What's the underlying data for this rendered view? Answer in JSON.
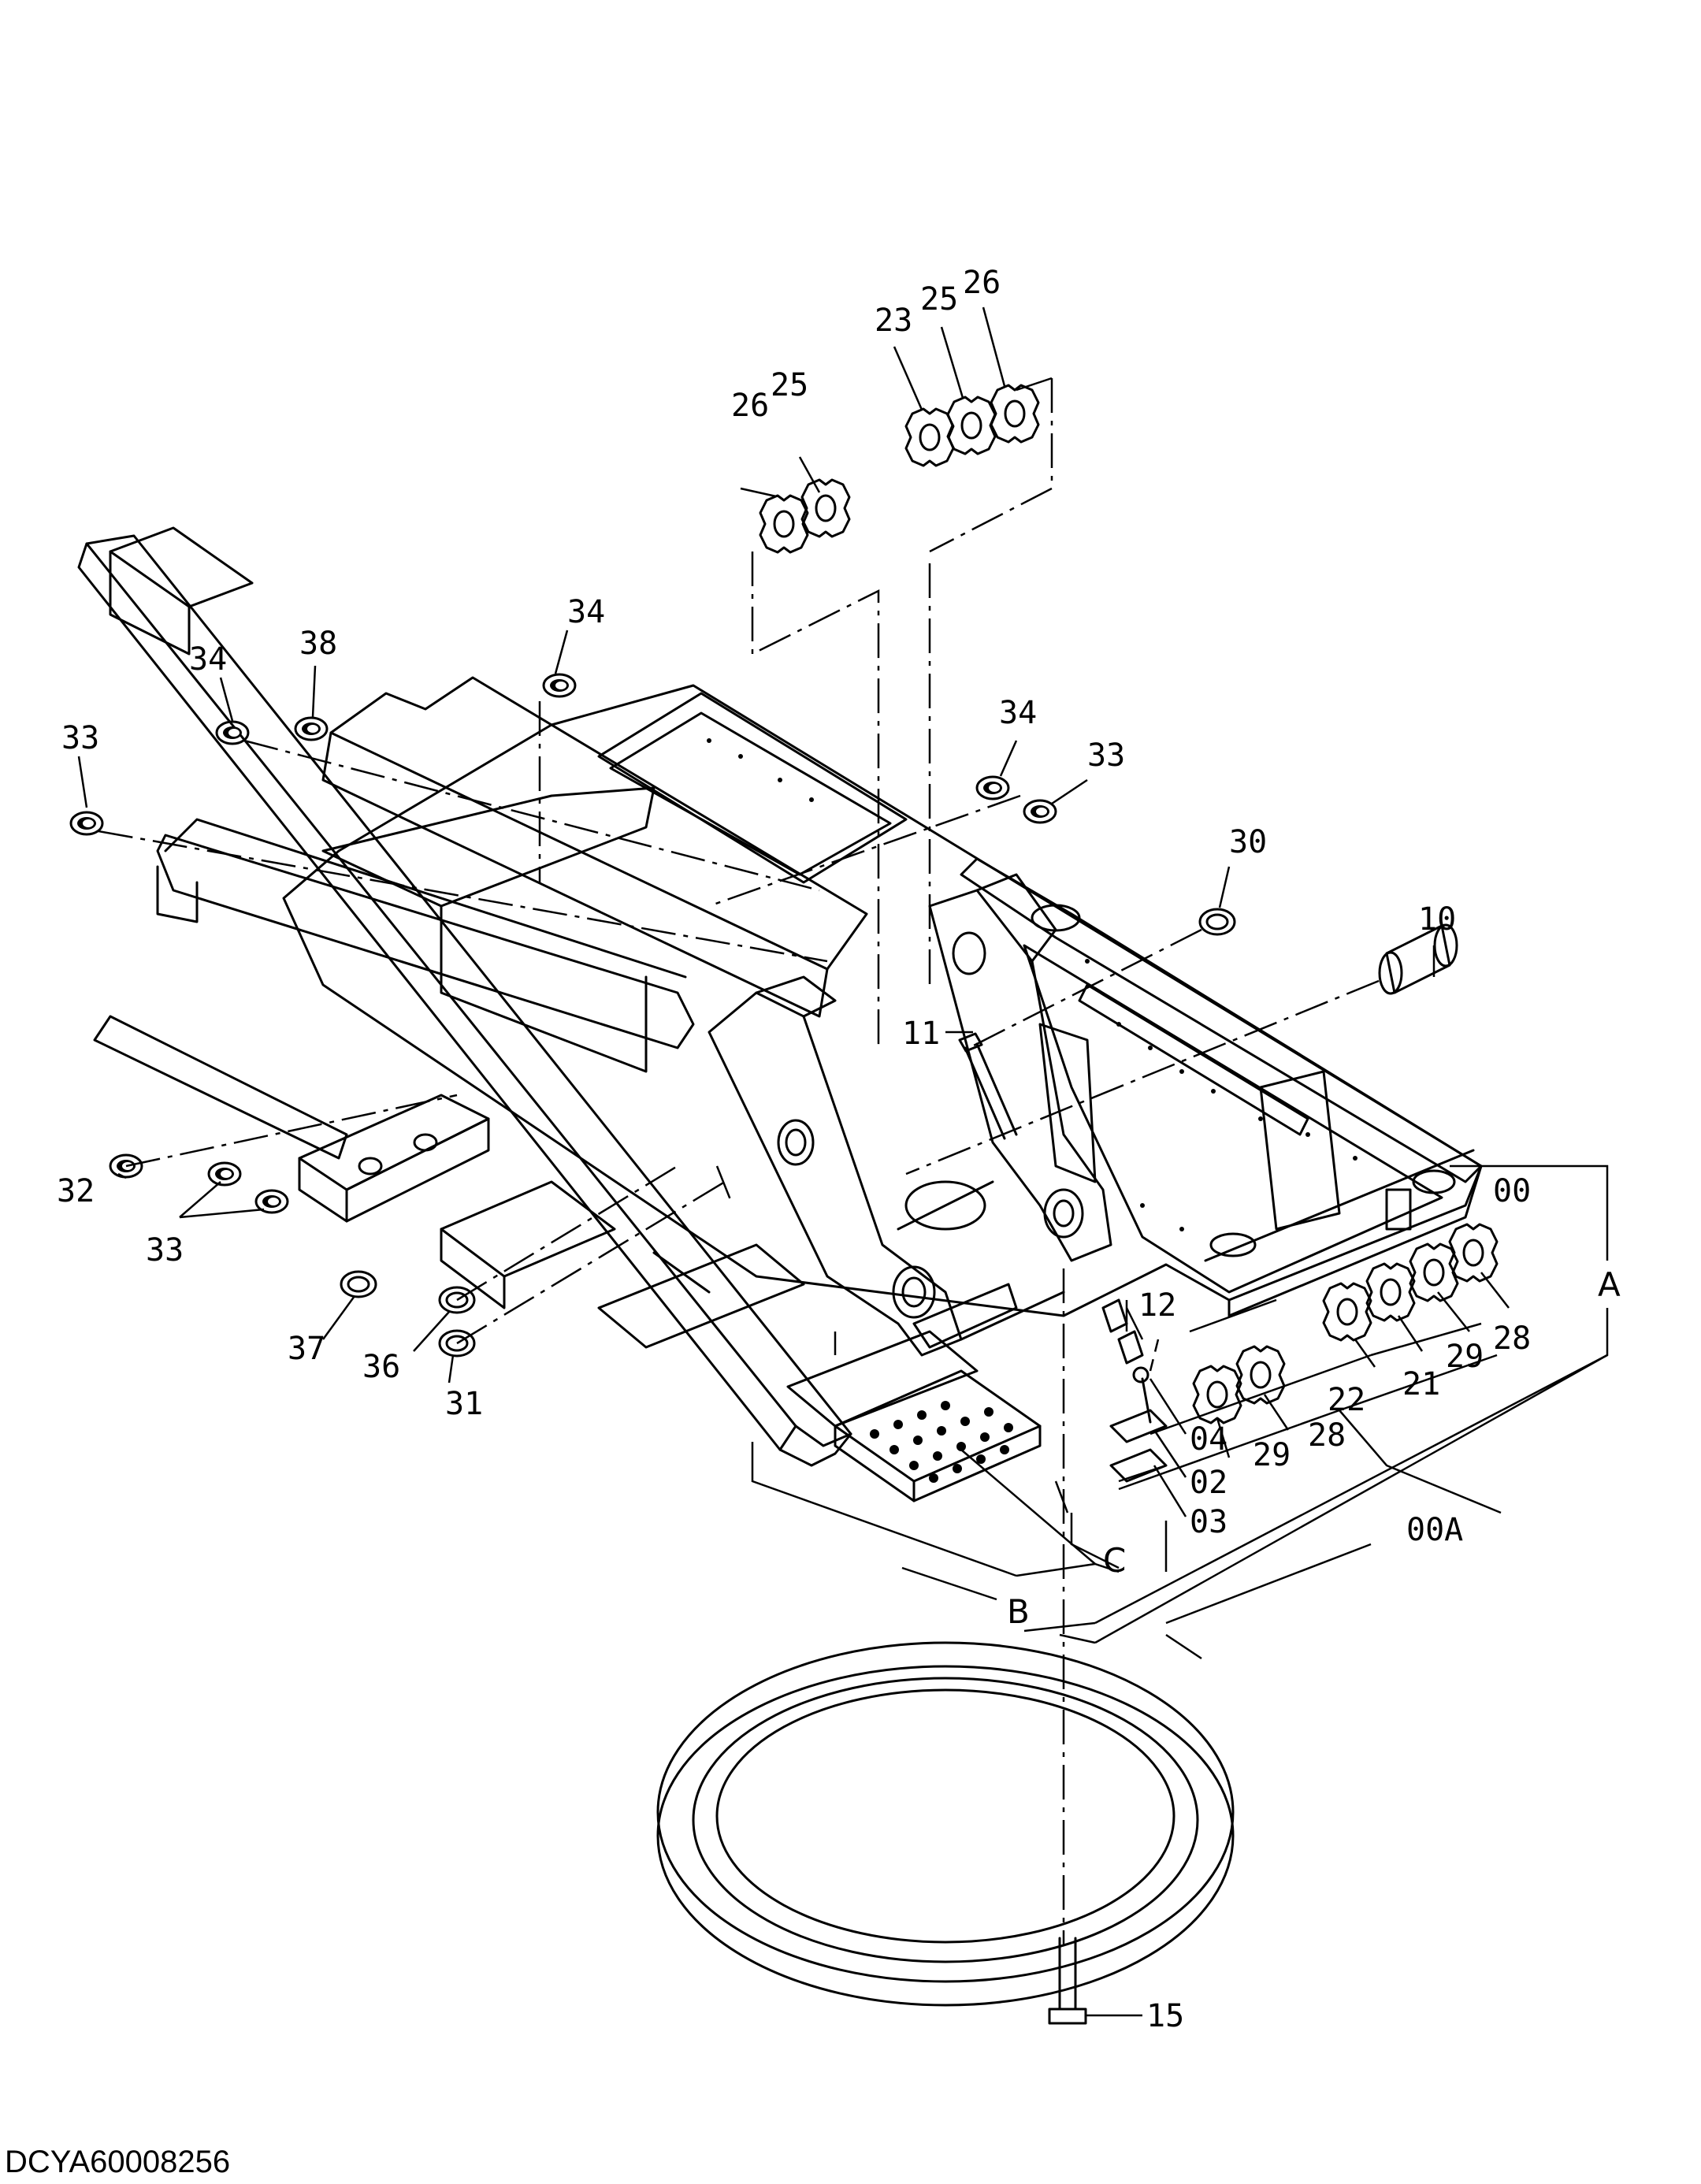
{
  "drawing_id": "DCYA60008256",
  "callouts": {
    "c26_top": "26",
    "c25_top": "25",
    "c23": "23",
    "c25_left": "25",
    "c26_left": "26",
    "c34_mid": "34",
    "c34_left": "34",
    "c38": "38",
    "c33_left": "33",
    "c34_right": "34",
    "c33_right": "33",
    "c30": "30",
    "c10": "10",
    "c11": "11",
    "c00": "00",
    "cA": "A",
    "c32": "32",
    "c33_lower": "33",
    "c37": "37",
    "c36": "36",
    "c31": "31",
    "c12": "12",
    "c22": "22",
    "c21": "21",
    "c29_right": "29",
    "c28_right": "28",
    "c29_mid": "29",
    "c28_mid": "28",
    "c04": "04",
    "c02": "02",
    "c03": "03",
    "cC": "C",
    "c00A": "00A",
    "cB": "B",
    "c15": "15"
  }
}
